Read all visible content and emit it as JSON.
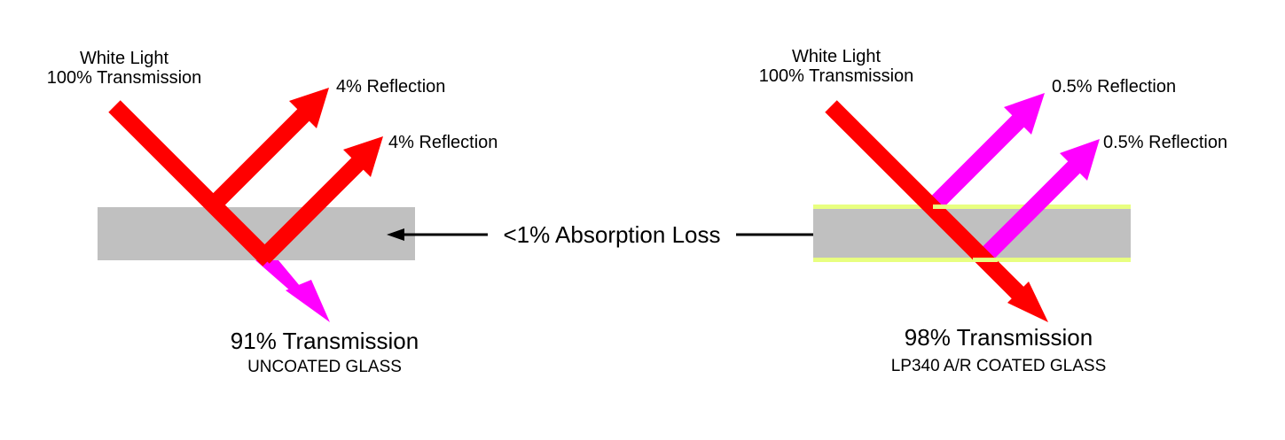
{
  "colors": {
    "beam": "#ff0000",
    "transmitted": "#ff00ff",
    "glass": "#c0c0c0",
    "coating": "#e8ff80",
    "arrow": "#000000"
  },
  "left_panel": {
    "incident_label_1": "White Light",
    "incident_label_2": "100% Transmission",
    "reflection_1": "4% Reflection",
    "reflection_2": "4% Reflection",
    "transmission": "91% Transmission",
    "glass_type": "UNCOATED GLASS"
  },
  "center": {
    "absorption": "<1% Absorption Loss"
  },
  "right_panel": {
    "incident_label_1": "White Light",
    "incident_label_2": "100% Transmission",
    "reflection_1": "0.5% Reflection",
    "reflection_2": "0.5% Reflection",
    "transmission": "98% Transmission",
    "glass_type": "LP340 A/R COATED GLASS"
  }
}
